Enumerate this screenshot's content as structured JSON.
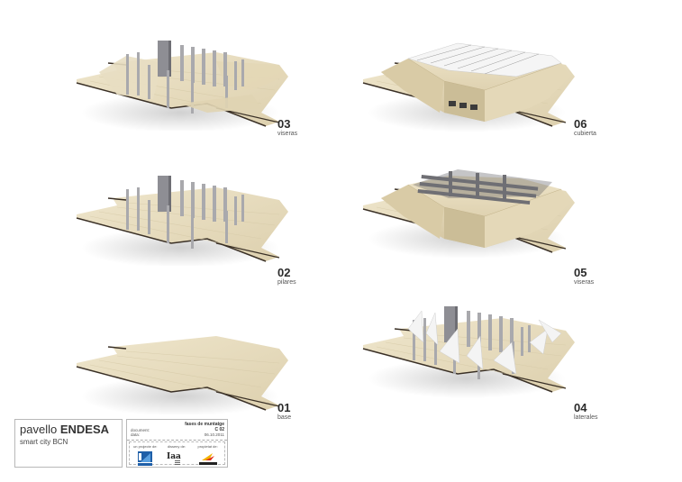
{
  "steps": [
    {
      "num": "03",
      "name": "viseras"
    },
    {
      "num": "06",
      "name": "cubierta"
    },
    {
      "num": "02",
      "name": "pilares"
    },
    {
      "num": "05",
      "name": "viseras"
    },
    {
      "num": "01",
      "name": "base"
    },
    {
      "num": "04",
      "name": "laterales"
    }
  ],
  "title_block": {
    "title_light": "pavello",
    "title_bold": "ENDESA",
    "subtitle": "smart city BCN"
  },
  "info_block": {
    "phase_title": "fases de muntatge",
    "document_label": "document:",
    "date_label": "data:",
    "code": "C 02",
    "date": "06.10.2011",
    "credits": [
      {
        "label": "un projecte de:",
        "logo": "endesa-logo",
        "logo_text": "endesa"
      },
      {
        "label": "disseny de:",
        "logo": "iaac-logo",
        "logo_text": "Iaac"
      },
      {
        "label": "propietat de:",
        "logo": "vigorben-logo",
        "logo_text": "VIGORBEN"
      }
    ]
  },
  "colors": {
    "wood": "#e6dcc0",
    "wood_dark": "#cfc2a0",
    "wood_edge": "#3a3026",
    "pillar": "#a9a9ad",
    "pillar_dark": "#7e7e84",
    "roof": "#f4f4f4",
    "border": "#b8b8b8"
  }
}
